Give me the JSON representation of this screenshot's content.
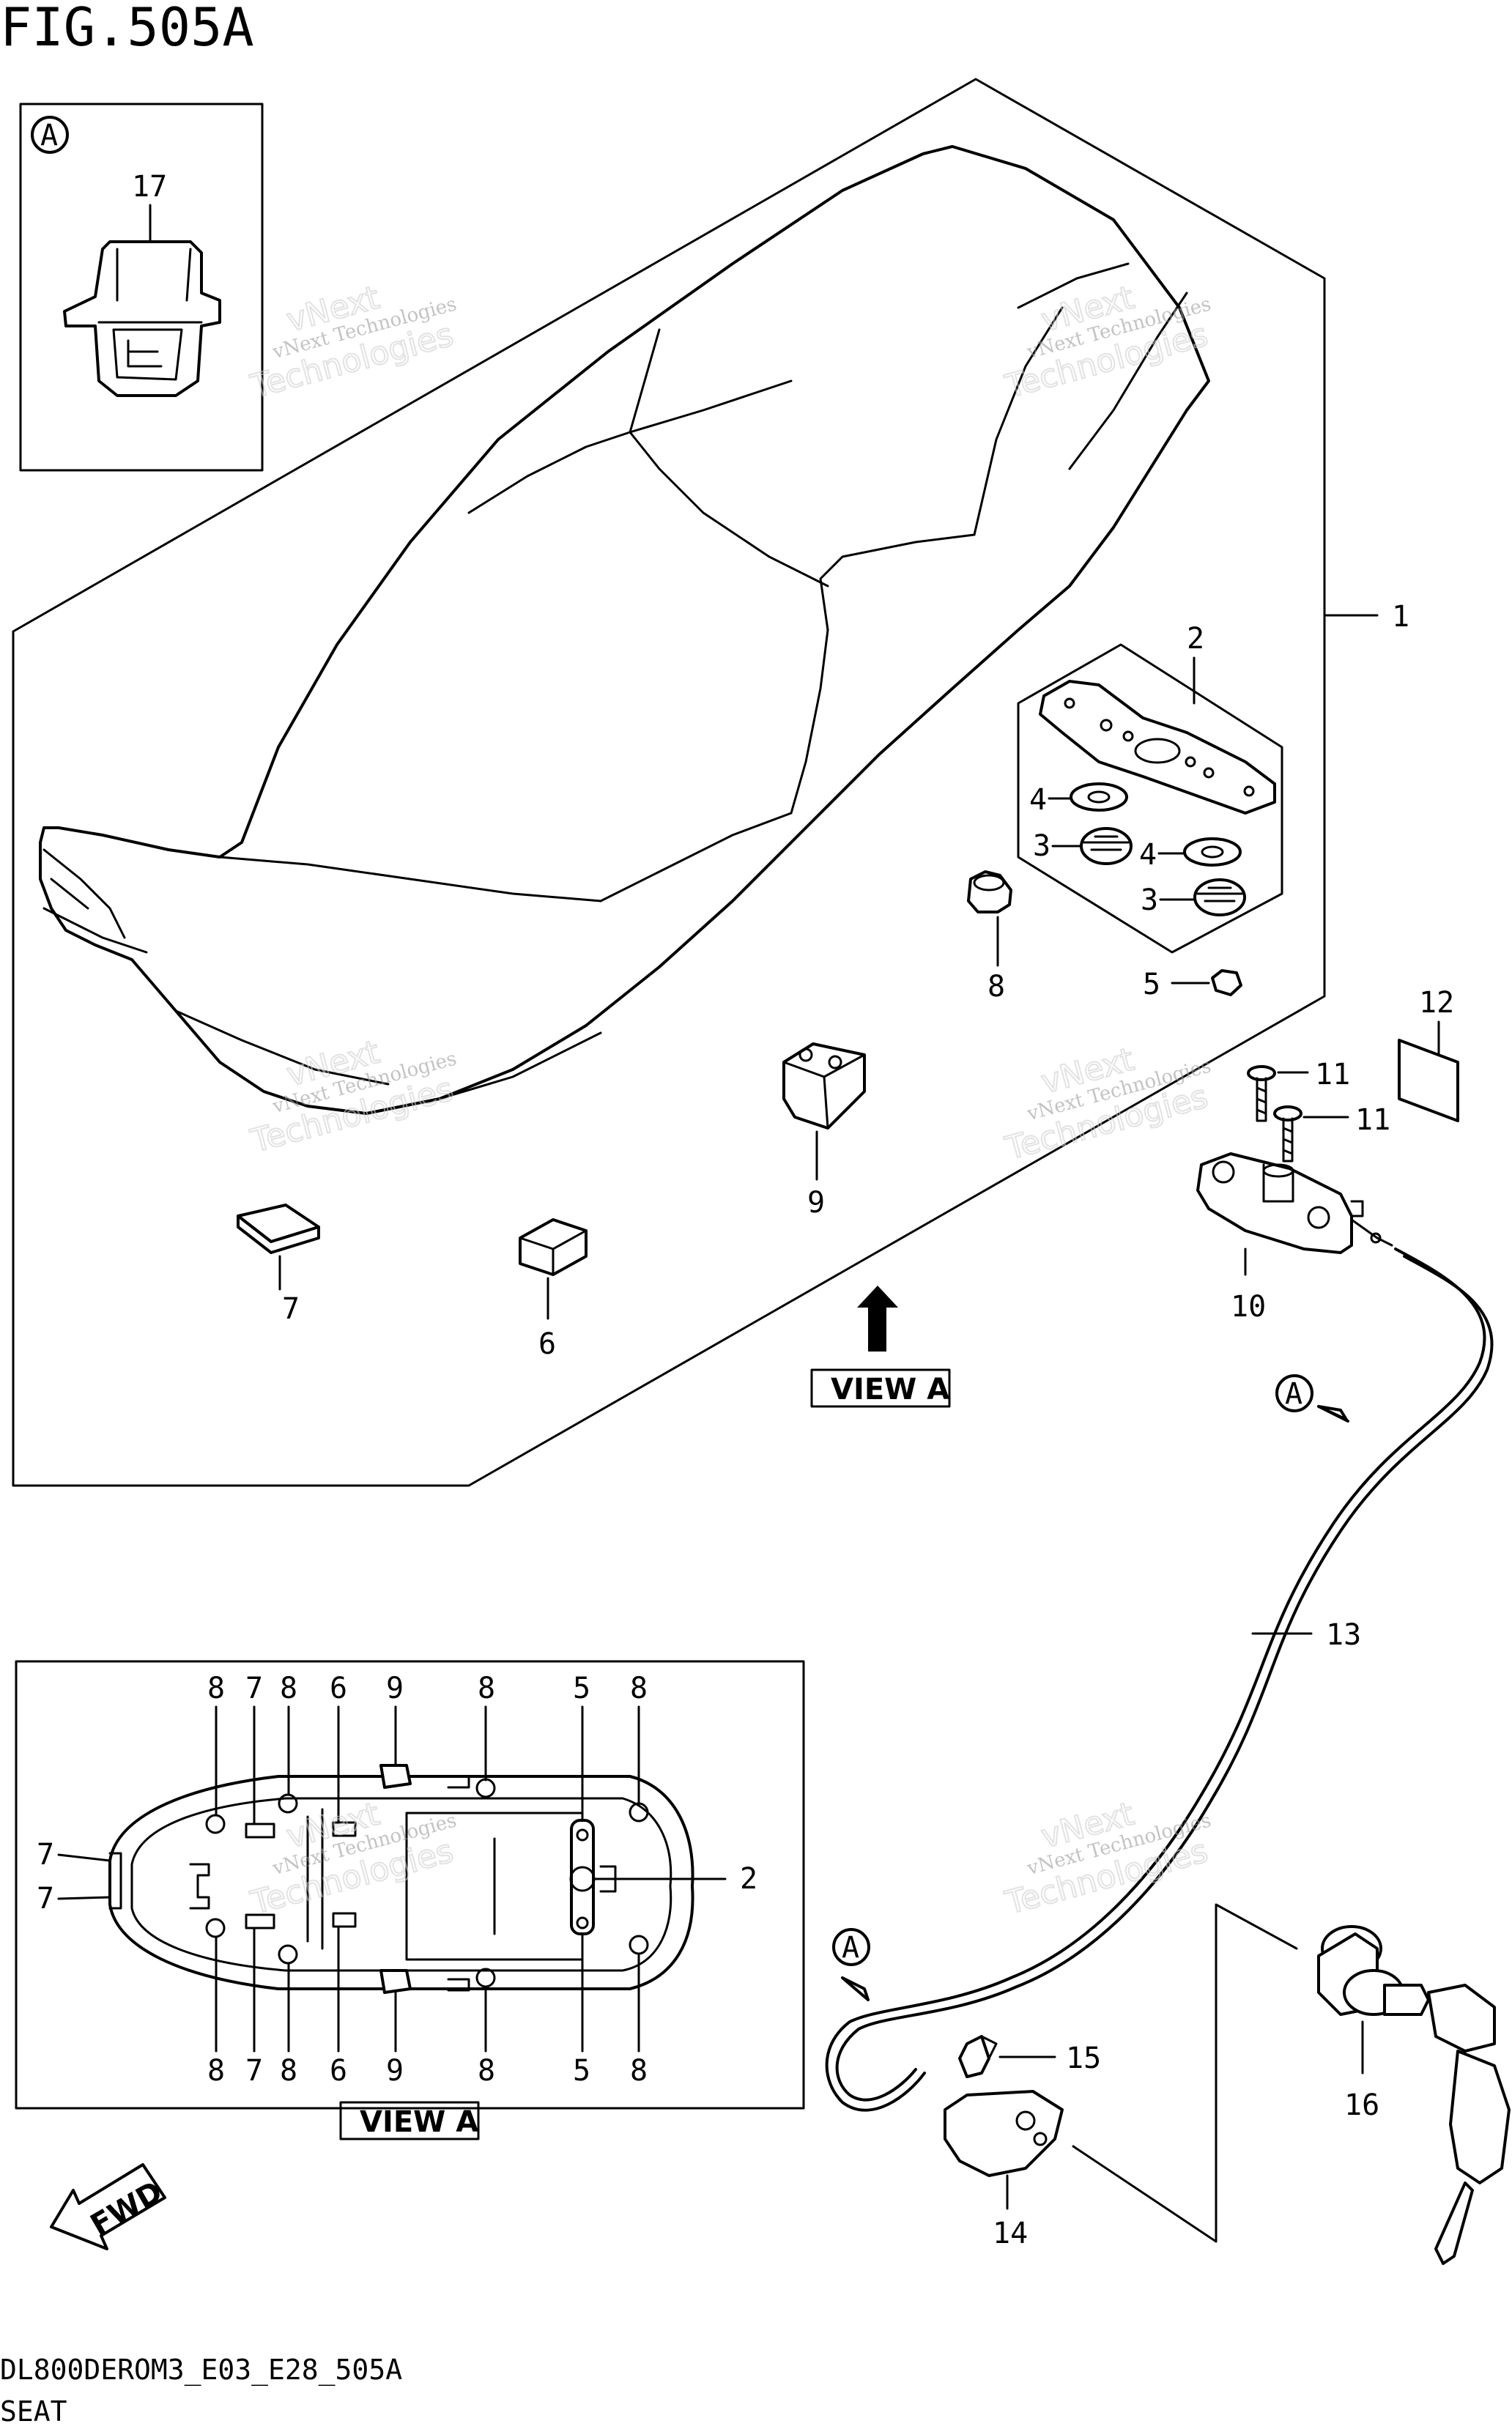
{
  "figure": {
    "title": "FIG.505A",
    "code": "DL800DEROM3_E03_E28_505A",
    "name": "SEAT"
  },
  "inset": {
    "label": "A"
  },
  "view_label": "VIEW A",
  "fwd_label": "FWD",
  "watermark": {
    "line1": "vNext Technologies",
    "line2": "vNext",
    "line3": "Technologies"
  },
  "callouts": {
    "c1": "1",
    "c2": "2",
    "c3a": "3",
    "c3b": "3",
    "c4a": "4",
    "c4b": "4",
    "c5": "5",
    "c6": "6",
    "c7": "7",
    "c8": "8",
    "c9": "9",
    "c10": "10",
    "c11a": "11",
    "c11b": "11",
    "c12": "12",
    "c13": "13",
    "c14": "14",
    "c15": "15",
    "c16": "16",
    "c17": "17",
    "ref_a1": "A",
    "ref_a2": "A"
  },
  "view_callouts": {
    "top": [
      "8",
      "7",
      "8",
      "6",
      "9",
      "8",
      "5",
      "8"
    ],
    "bottom": [
      "8",
      "7",
      "8",
      "6",
      "9",
      "8",
      "5",
      "8"
    ],
    "left": [
      "7",
      "7"
    ],
    "right": "2"
  }
}
